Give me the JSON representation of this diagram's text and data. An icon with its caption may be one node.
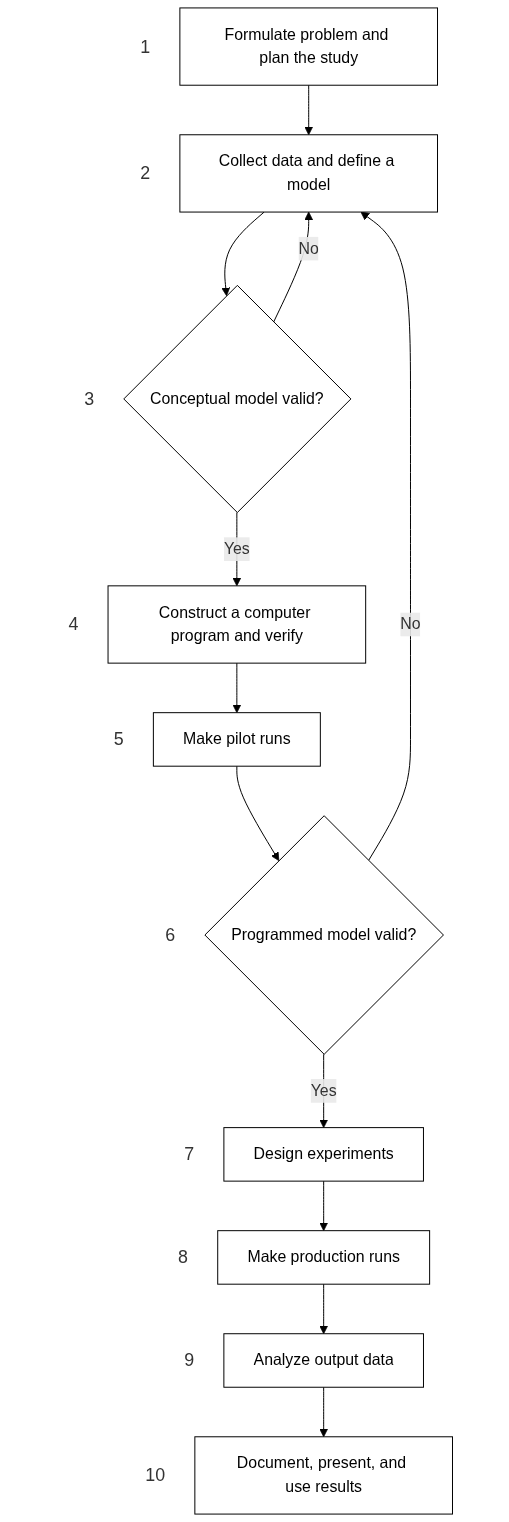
{
  "diagram": {
    "nodes": [
      {
        "text": [
          "Formulate problem and plan the study"
        ],
        "beside": [
          "1"
        ]
      },
      {
        "text": [
          "Collect data and define a model"
        ],
        "beside": [
          "2"
        ]
      },
      {
        "text": [
          "Conceptual model valid?"
        ],
        "beside": [
          "3"
        ]
      },
      {
        "text": [
          "Construct a computer program and verify"
        ],
        "beside": [
          "4"
        ]
      },
      {
        "text": [
          "Make pilot runs"
        ],
        "beside": [
          "5"
        ]
      },
      {
        "text": [
          "Programmed model valid?"
        ],
        "beside": [
          "6"
        ]
      },
      {
        "text": [
          "Design experiments"
        ],
        "beside": [
          "7"
        ]
      },
      {
        "text": [
          "Make production runs"
        ],
        "beside": [
          "8"
        ]
      },
      {
        "text": [
          "Analyze output data"
        ],
        "beside": [
          "9"
        ]
      },
      {
        "text": [
          "Document, present, and use results"
        ],
        "beside": [
          "10"
        ]
      }
    ],
    "edges": [
      {
        "from": 0,
        "to": 1,
        "arrow": "to"
      },
      {
        "from": 1,
        "to": 2,
        "arrow": "to"
      },
      {
        "from": 2,
        "to": 1,
        "label": "No",
        "arrow": "to"
      },
      {
        "from": 2,
        "to": 3,
        "label": "Yes",
        "arrow": "to"
      },
      {
        "from": 3,
        "to": 4,
        "arrow": "to"
      },
      {
        "from": 4,
        "to": 5,
        "arrow": "to"
      },
      {
        "from": 5,
        "to": 1,
        "label": "No",
        "arrow": "to"
      },
      {
        "from": 5,
        "to": 6,
        "label": "Yes",
        "arrow": "to"
      },
      {
        "from": 6,
        "to": 7,
        "arrow": "to"
      },
      {
        "from": 7,
        "to": 8,
        "arrow": "to"
      },
      {
        "from": 8,
        "to": 9,
        "arrow": "to"
      }
    ]
  }
}
